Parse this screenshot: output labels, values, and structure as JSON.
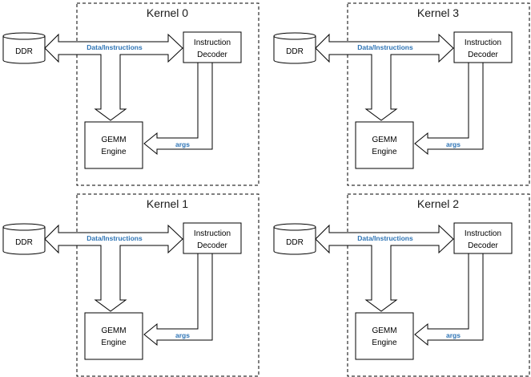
{
  "kernels": [
    {
      "title": "Kernel 0",
      "ddr": "DDR",
      "decoder": [
        "Instruction",
        "Decoder"
      ],
      "engine": [
        "GEMM",
        "Engine"
      ],
      "data_label": "Data/Instructions",
      "args_label": "args"
    },
    {
      "title": "Kernel 3",
      "ddr": "DDR",
      "decoder": [
        "Instruction",
        "Decoder"
      ],
      "engine": [
        "GEMM",
        "Engine"
      ],
      "data_label": "Data/Instructions",
      "args_label": "args"
    },
    {
      "title": "Kernel 1",
      "ddr": "DDR",
      "decoder": [
        "Instruction",
        "Decoder"
      ],
      "engine": [
        "GEMM",
        "Engine"
      ],
      "data_label": "Data/Instructions",
      "args_label": "args"
    },
    {
      "title": "Kernel 2",
      "ddr": "DDR",
      "decoder": [
        "Instruction",
        "Decoder"
      ],
      "engine": [
        "GEMM",
        "Engine"
      ],
      "data_label": "Data/Instructions",
      "args_label": "args"
    }
  ],
  "colors": {
    "label_blue": "#2e74b5",
    "stroke": "#000000"
  }
}
